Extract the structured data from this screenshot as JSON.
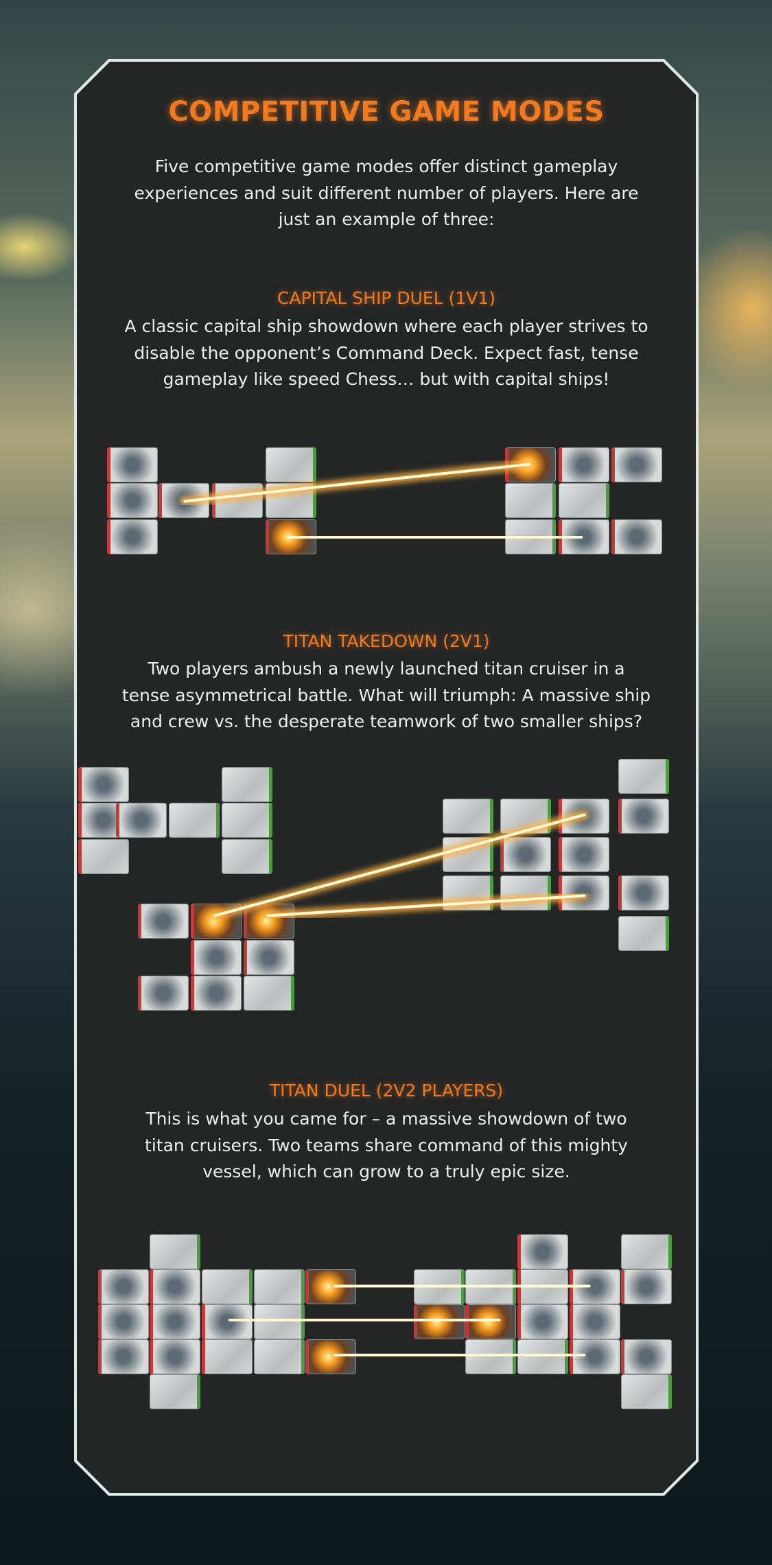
{
  "title": "COMPETITIVE GAME MODES",
  "intro": [
    "Five competitive game modes offer distinct gameplay",
    "experiences and suit different number of players. Here are",
    "just an example of three:"
  ],
  "modes": [
    {
      "heading": "CAPITAL SHIP DUEL (1V1)",
      "lines": [
        "A classic capital ship showdown where each player strives to",
        "disable the opponent’s Command Deck. Expect fast, tense",
        "gameplay like speed Chess… but with capital ships!"
      ]
    },
    {
      "heading": "TITAN TAKEDOWN (2V1)",
      "lines": [
        "Two players ambush a newly launched titan cruiser in a",
        "tense asymmetrical battle. What will triumph: A massive ship",
        "and crew vs. the desperate teamwork of two smaller ships?"
      ]
    },
    {
      "heading": "TITAN DUEL (2V2 PLAYERS)",
      "lines": [
        "This is what you came for – a massive showdown of two",
        "titan cruisers. Two teams share command of this mighty",
        "vessel, which can grow to a truly epic size."
      ]
    }
  ],
  "colors": {
    "accent": "#f07a22",
    "laser_orange": "#ffb040",
    "laser_cyan": "#40e0ff"
  }
}
